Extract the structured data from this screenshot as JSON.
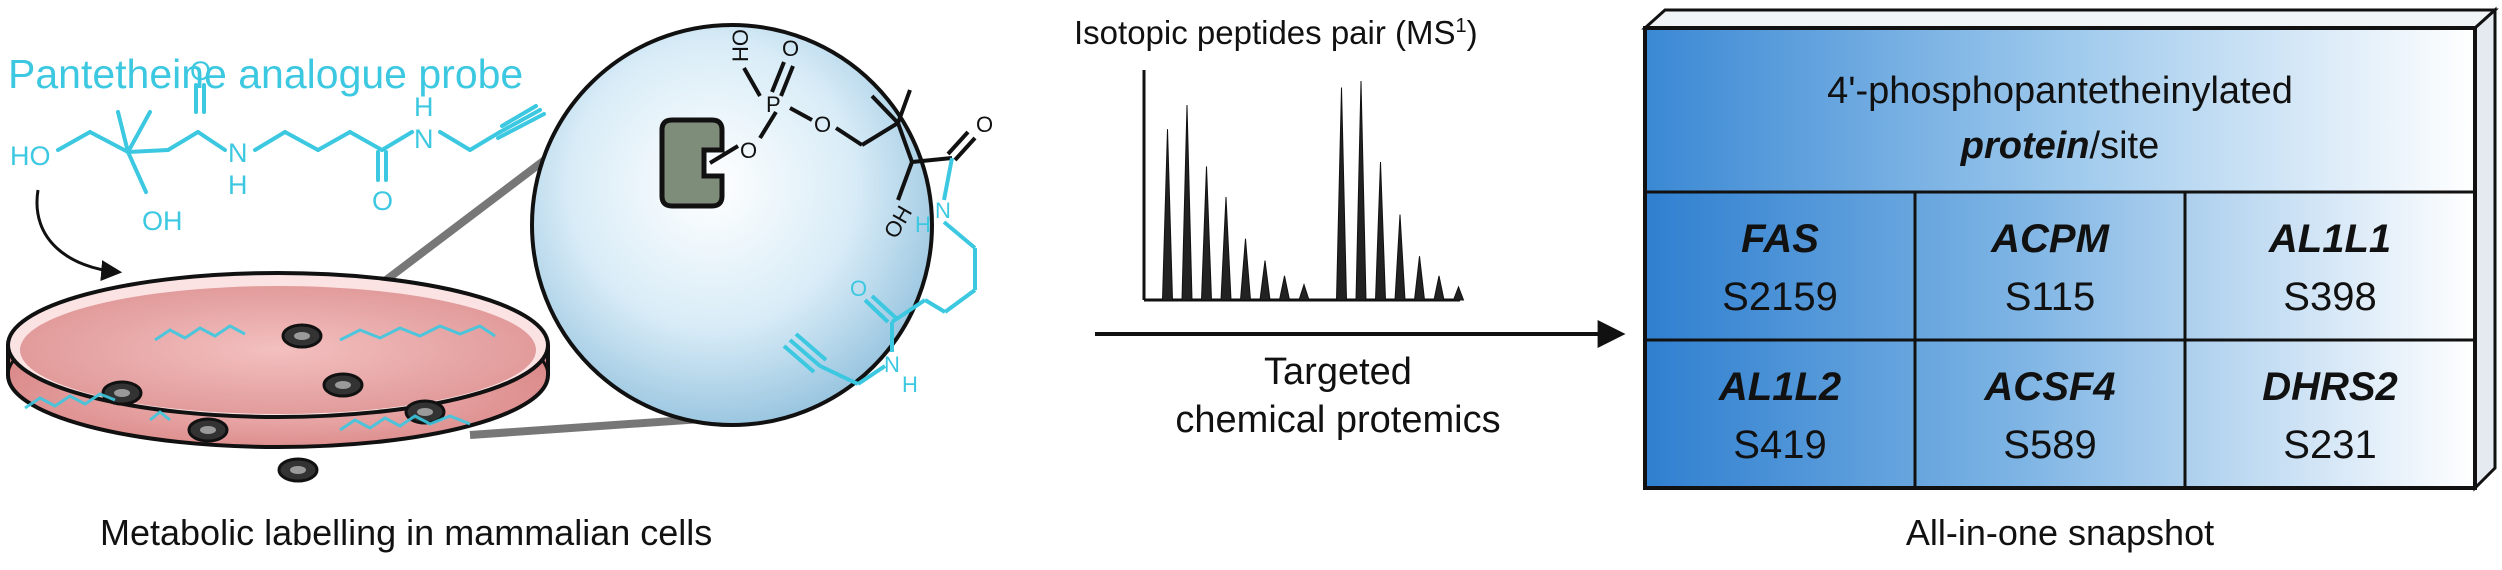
{
  "probe_panel": {
    "title": "Pantetheine analogue probe",
    "caption": "Metabolic labelling in mammalian cells",
    "atoms": {
      "ho": "HO",
      "oh": "OH",
      "o_amide1": "O",
      "o_amide2": "O",
      "nh_1": "N",
      "nh_1h": "H",
      "nh_2": "H",
      "nh_2n": "N"
    }
  },
  "zoom_panel": {
    "atoms": {
      "p_ho": "HO",
      "p_o_top": "O",
      "p": "P",
      "p_o_right": "O",
      "p_o_bottom": "O",
      "oh": "OH",
      "o_amide1": "O",
      "nh_1": "N",
      "nh_1h": "H",
      "o_amide2": "O",
      "nh_2": "N",
      "nh_2h": "H"
    }
  },
  "ms_panel": {
    "title": "Isotopic peptides pair (MS",
    "title_sup": "1",
    "title_close": ")",
    "process_line1": "Targeted",
    "process_line2": "chemical protemics"
  },
  "chart_data": {
    "type": "bar",
    "title": "Isotopic peptides pair (MS1)",
    "x": [
      1,
      2,
      3,
      4,
      5,
      6,
      7,
      8,
      9,
      10,
      11,
      12,
      13,
      14,
      15
    ],
    "values": [
      0.78,
      0.89,
      0.61,
      0.47,
      0.28,
      0.18,
      0.11,
      0.07,
      0.97,
      1.0,
      0.63,
      0.39,
      0.2,
      0.11,
      0.06
    ],
    "ylim": [
      0,
      1.05
    ],
    "grid": false,
    "xlabel": "",
    "ylabel": ""
  },
  "snapshot": {
    "header_line1": "4'-phosphopantetheinylated",
    "header_bold": "protein",
    "header_rest": "/site",
    "caption": "All-in-one snapshot",
    "cells": [
      {
        "protein": "FAS",
        "site": "S2159"
      },
      {
        "protein": "ACPM",
        "site": "S115"
      },
      {
        "protein": "AL1L1",
        "site": "S398"
      },
      {
        "protein": "AL1L2",
        "site": "S419"
      },
      {
        "protein": "ACSF4",
        "site": "S589"
      },
      {
        "protein": "DHRS2",
        "site": "S231"
      }
    ]
  }
}
